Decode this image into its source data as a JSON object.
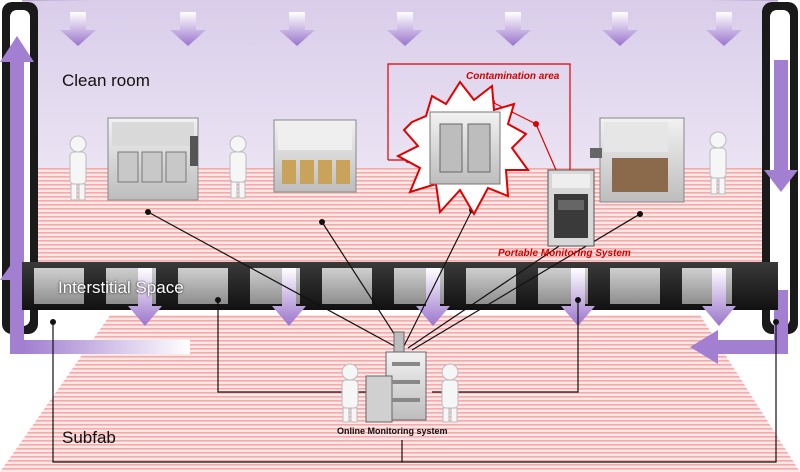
{
  "labels": {
    "clean_room": "Clean room",
    "interstitial": "Interstitial Space",
    "subfab": "Subfab",
    "contamination": "Contamination area",
    "portable": "Portable Monitoring  System",
    "online": "Online Monitoring system"
  },
  "colors": {
    "clean_room_ceiling": "#dcd2e8",
    "floor_stripe": "#f4b6b6",
    "airflow_arrow": "#a27fd0",
    "frame": "#1a1a1a",
    "contamination_line": "#e00000"
  },
  "icons": {
    "airflow": "down-arrow-icon",
    "return_air": "up-arrow-icon",
    "worker": "person-in-cleansuit-icon",
    "tool": "process-tool-icon",
    "monitor": "monitoring-station-icon"
  }
}
